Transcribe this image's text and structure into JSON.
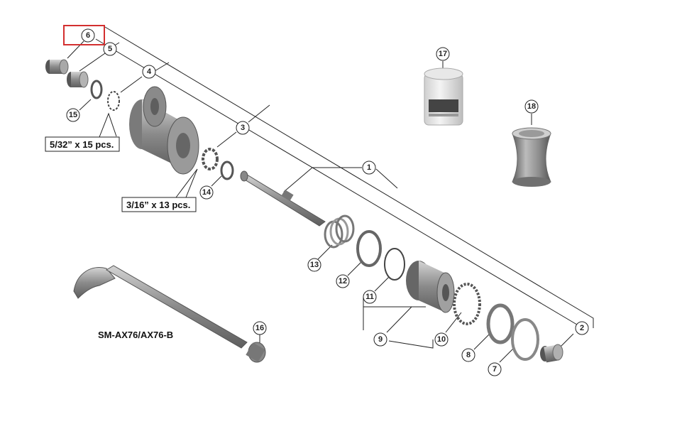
{
  "callouts": [
    {
      "id": "c1",
      "label": "1"
    },
    {
      "id": "c2",
      "label": "2"
    },
    {
      "id": "c3",
      "label": "3"
    },
    {
      "id": "c4",
      "label": "4"
    },
    {
      "id": "c5",
      "label": "5"
    },
    {
      "id": "c6",
      "label": "6"
    },
    {
      "id": "c7",
      "label": "7"
    },
    {
      "id": "c8",
      "label": "8"
    },
    {
      "id": "c9",
      "label": "9"
    },
    {
      "id": "c10",
      "label": "10"
    },
    {
      "id": "c11",
      "label": "11"
    },
    {
      "id": "c12",
      "label": "12"
    },
    {
      "id": "c13",
      "label": "13"
    },
    {
      "id": "c14",
      "label": "14"
    },
    {
      "id": "c15",
      "label": "15"
    },
    {
      "id": "c16",
      "label": "16"
    },
    {
      "id": "c17",
      "label": "17"
    },
    {
      "id": "c18",
      "label": "18"
    }
  ],
  "labels": {
    "small_balls": "5/32” x 15 pcs.",
    "large_balls": "3/16” x 13 pcs.",
    "axle_model": "SM-AX76/AX76-B"
  },
  "highlighted_part": "6",
  "colors": {
    "part_dark": "#6e6e6e",
    "part_mid": "#9a9a9a",
    "part_light": "#cfcfcf",
    "highlight": "#d32f2f",
    "line": "#222222"
  }
}
